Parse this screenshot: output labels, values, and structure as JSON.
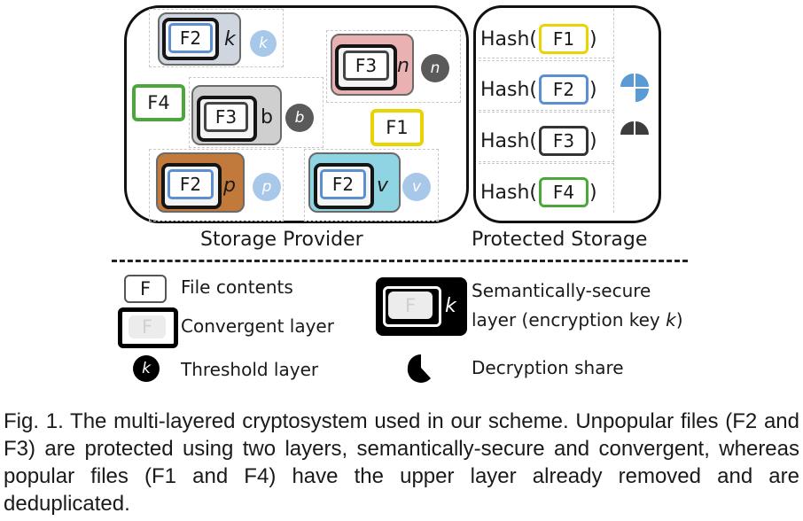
{
  "storage_provider": {
    "caption": "Storage Provider",
    "files": [
      {
        "id": "f2k",
        "label": "F2",
        "key": "k"
      },
      {
        "id": "f3n",
        "label": "F3",
        "key": "n"
      },
      {
        "id": "f4",
        "label": "F4"
      },
      {
        "id": "f3b",
        "label": "F3",
        "key": "b"
      },
      {
        "id": "f1",
        "label": "F1"
      },
      {
        "id": "f2p",
        "label": "F2",
        "key": "p"
      },
      {
        "id": "f2v",
        "label": "F2",
        "key": "v"
      }
    ]
  },
  "protected_storage": {
    "caption": "Protected Storage",
    "rows": [
      {
        "prefix": "Hash(",
        "file": "F1",
        "suffix": ")"
      },
      {
        "prefix": "Hash(",
        "file": "F2",
        "suffix": ")"
      },
      {
        "prefix": "Hash(",
        "file": "F3",
        "suffix": ")"
      },
      {
        "prefix": "Hash(",
        "file": "F4",
        "suffix": ")"
      }
    ]
  },
  "legend": {
    "file_box": "F",
    "file_contents": "File contents",
    "convergent_box": "F",
    "convergent_layer": "Convergent layer",
    "threshold_key": "k",
    "threshold_layer": "Threshold layer",
    "semantic_box": "F",
    "semantic_key": "k",
    "semantic_line1": "Semantically-secure",
    "semantic_line2_prefix": "layer (encryption key ",
    "semantic_line2_key": "k",
    "semantic_line2_suffix": ")",
    "decryption_share": "Decryption share"
  },
  "figure_caption": "Fig. 1. The multi-layered cryptosystem used in our scheme. Unpopular files (F2 and F3) are protected using two layers, semantically-secure and convergent, whereas popular files (F1 and F4) have the upper layer already removed and are deduplicated.",
  "colors": {
    "blue_file": "#5b8fd0",
    "yellow_file": "#e8d400",
    "green_file": "#4aa83a",
    "tile_k": "#cfd6e0",
    "tile_n": "#e9b1b1",
    "tile_b": "#cfcfcf",
    "tile_p": "#c27a3c",
    "tile_v": "#8fd4e2",
    "circle_blue": "#a8c8ea",
    "circle_gray": "#5a5a5a",
    "share_blue": "#5b9bd5",
    "share_gray": "#3d3d3d"
  }
}
